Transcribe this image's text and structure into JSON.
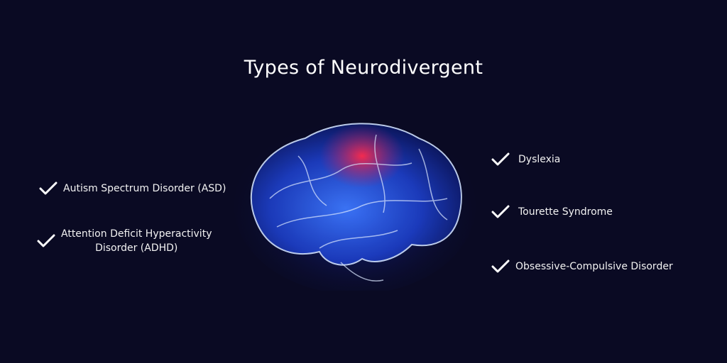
{
  "title": "Types of Neurodivergent",
  "left_items": [
    {
      "label": "Autism Spectrum Disorder (ASD)",
      "icon": "check-icon"
    },
    {
      "label_line1": "Attention Deficit Hyperactivity",
      "label_line2": "Disorder (ADHD)",
      "icon": "check-icon"
    }
  ],
  "right_items": [
    {
      "label": "Dyslexia",
      "icon": "check-icon"
    },
    {
      "label": "Tourette Syndrome",
      "icon": "check-icon"
    },
    {
      "label": "Obsessive-Compulsive Disorder",
      "icon": "check-icon"
    }
  ],
  "colors": {
    "background": "#0a0a23",
    "brain_blue": "#2a5cff",
    "brain_red": "#ff2a4a",
    "text": "#ffffff"
  }
}
